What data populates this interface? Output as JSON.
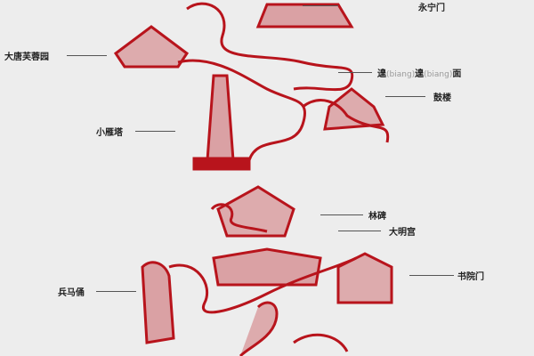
{
  "colors": {
    "paper_cut": "#b8141c",
    "background": "#ededed",
    "label_text": "#222222"
  },
  "labels": {
    "yongning_gate": "永宁门",
    "tang_paradise": "大唐芙蓉园",
    "biang_char": "遑",
    "biang_pinyin": "(biang)",
    "biang_noodle": "面",
    "drum_tower": "鼓楼",
    "small_goose_pagoda": "小雁塔",
    "stele_forest": "林碑",
    "daming_palace": "大明宫",
    "shuyuan_gate": "书院门",
    "terracotta_warriors": "兵马俑"
  }
}
